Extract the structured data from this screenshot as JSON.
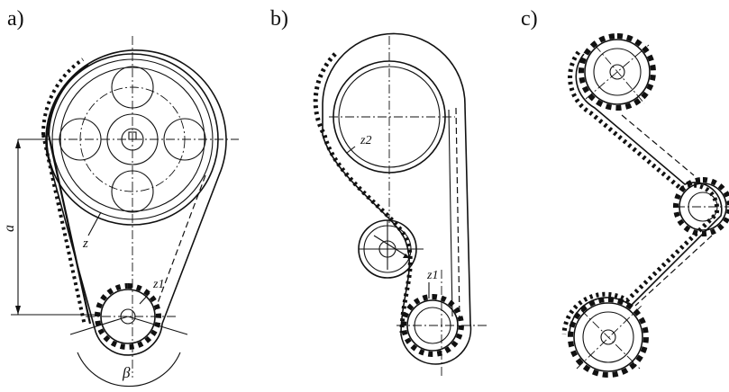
{
  "panels": [
    {
      "id": "a",
      "label": "a)",
      "annotations": {
        "center_distance": "a",
        "large_gear": "z",
        "small_gear": "z1",
        "wrap_angle": "β"
      }
    },
    {
      "id": "b",
      "label": "b)",
      "annotations": {
        "large_gear": "z2",
        "small_gear": "z1"
      }
    },
    {
      "id": "c",
      "label": "c)",
      "annotations": {}
    }
  ],
  "colors": {
    "ink": "#111111",
    "background": "#ffffff"
  }
}
